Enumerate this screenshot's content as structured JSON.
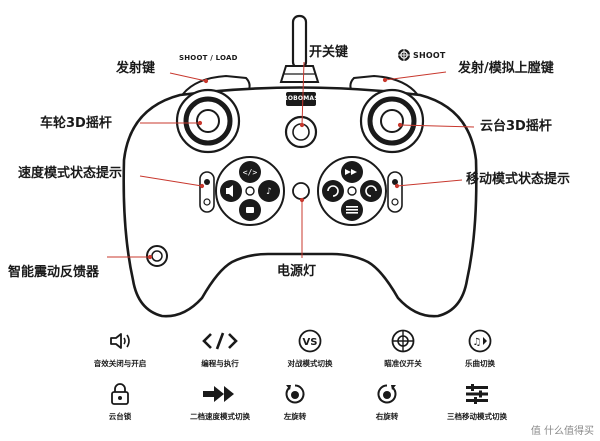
{
  "callouts": {
    "fire_key": "发射键",
    "power_key": "开关键",
    "fire_mock_load": "发射/模拟上膛键",
    "wheel_stick": "车轮3D摇杆",
    "gimbal_stick": "云台3D摇杆",
    "speed_mode": "速度模式状态提示",
    "move_mode": "移动模式状态提示",
    "vibration": "智能震动反馈器",
    "power_led": "电源灯"
  },
  "button_tags": {
    "shoot_load": "SHOOT / LOAD",
    "shoot": "SHOOT"
  },
  "brand_mark": "ROBOMASTER",
  "legend": [
    {
      "icon": "speaker-icon",
      "label": "音效关闭与开启"
    },
    {
      "icon": "code-icon",
      "label": "编程与执行"
    },
    {
      "icon": "vs-icon",
      "label": "对战模式切换"
    },
    {
      "icon": "crosshair-icon",
      "label": "瞄准仪开关"
    },
    {
      "icon": "music-icon",
      "label": "乐曲切换"
    },
    {
      "icon": "lock-icon",
      "label": "云台锁"
    },
    {
      "icon": "double-arrow-icon",
      "label": "二档速度模式切换"
    },
    {
      "icon": "rotate-left-icon",
      "label": "左旋转"
    },
    {
      "icon": "rotate-right-icon",
      "label": "右旋转"
    },
    {
      "icon": "three-bars-icon",
      "label": "三档移动模式切换"
    }
  ],
  "watermark": "值 什么值得买"
}
